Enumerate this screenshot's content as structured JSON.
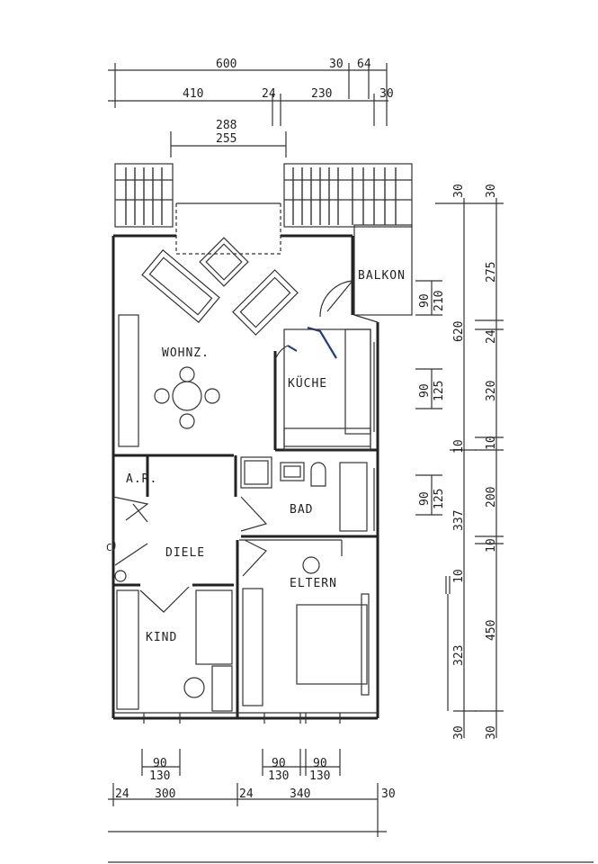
{
  "rooms": {
    "living": "WOHNZ.",
    "kitchen": "KÜCHE",
    "balcony": "BALKON",
    "storage": "A.R.",
    "bath": "BAD",
    "hall": "DIELE",
    "parents": "ELTERN",
    "child": "KIND"
  },
  "dims_top": {
    "total": "600",
    "a": "30",
    "b": "64",
    "w410": "410",
    "w24": "24",
    "w230": "230",
    "w30": "30",
    "win_outer": "288",
    "win_inner": "255"
  },
  "dims_bottom": {
    "k_open": "90",
    "k_frame": "130",
    "e1_open": "90",
    "e1_frame": "130",
    "e2_open": "90",
    "e2_frame": "130",
    "b24a": "24",
    "b300": "300",
    "b24b": "24",
    "b340": "340",
    "b30": "30"
  },
  "dims_right_inner": {
    "door_bal_open": "90",
    "door_bal_frame": "210",
    "win_kue_open": "90",
    "win_kue_frame": "125",
    "win_bad_open": "90",
    "win_bad_frame": "125",
    "r10": "10",
    "r323": "323"
  },
  "dims_right_mid": {
    "m30": "30",
    "m620": "620",
    "m10": "10",
    "m337": "337",
    "m30b": "30"
  },
  "dims_right_outer": {
    "o30": "30",
    "o275": "275",
    "o24": "24",
    "o320": "320",
    "o10": "10",
    "o200": "200",
    "o10b": "10",
    "o450": "450",
    "o30b": "30"
  }
}
